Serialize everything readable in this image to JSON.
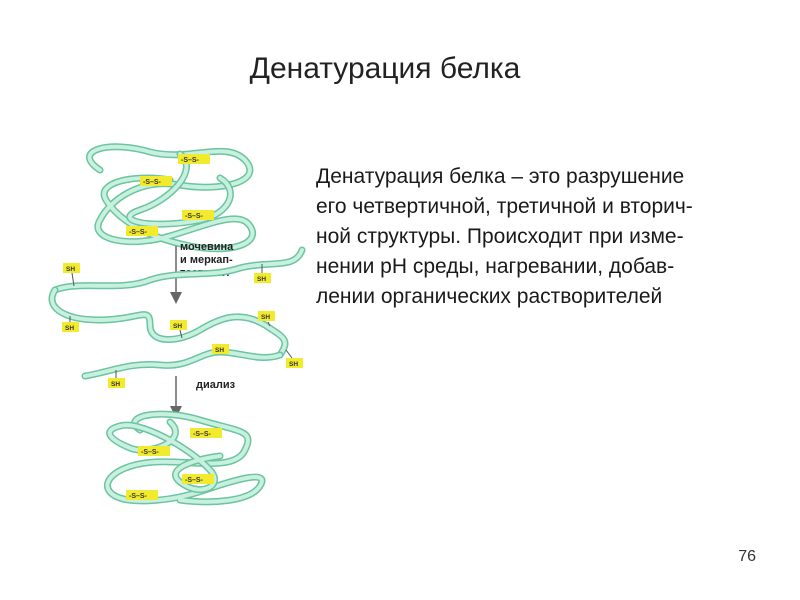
{
  "slide": {
    "title": "Денатурация белка",
    "body_lines": [
      "Денатурация белка – это разрушение",
      "его четвертичной, третичной и вторич-",
      "ной структуры. Происходит при изме-",
      "нении pH среды, нагревании, добав-",
      "лении органических растворителей"
    ],
    "page_number": "76"
  },
  "figure": {
    "reagent_label_lines": [
      "мочевина",
      "и меркап-",
      "тоэтанол"
    ],
    "dialysis_label": "диализ",
    "sh_tag": "SH",
    "disulfide_tag": "-S–S-",
    "colors": {
      "chain_outline": "#6cc4a0",
      "chain_fill": "#c7f0df",
      "tag_yellow": "#f2ea2c",
      "arrow": "#666666"
    }
  }
}
